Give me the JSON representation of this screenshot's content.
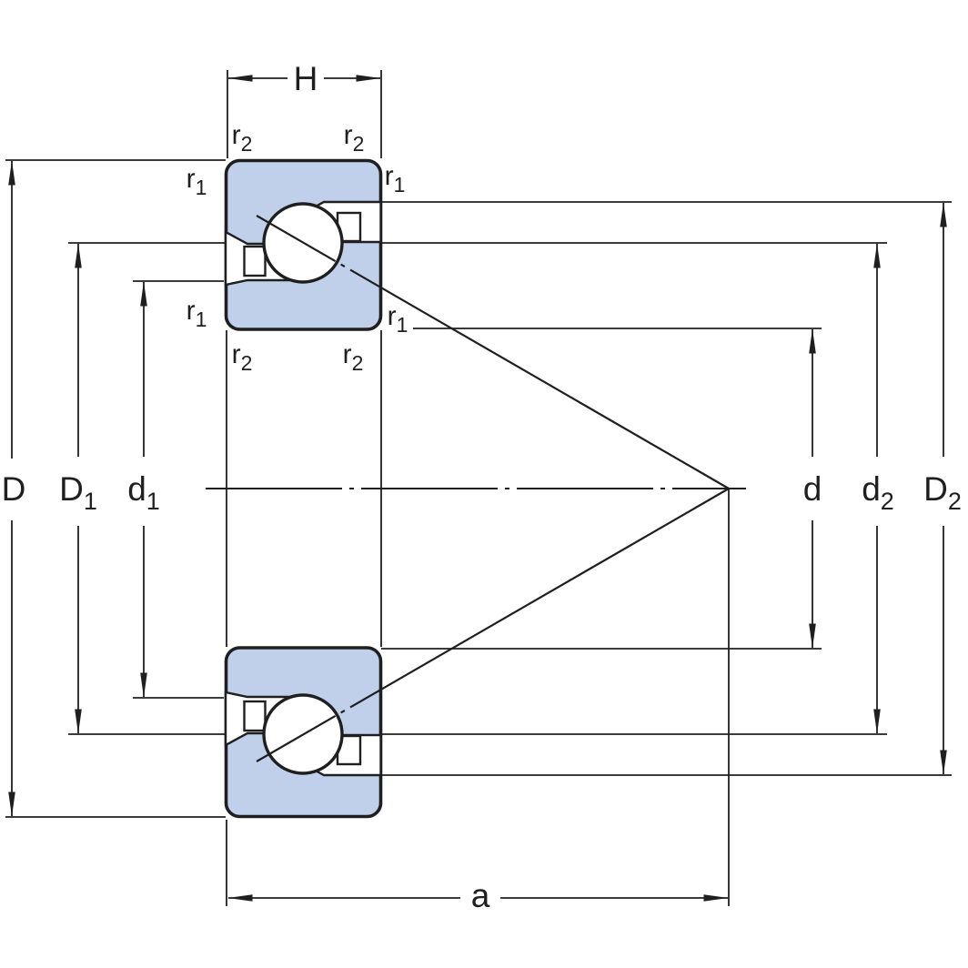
{
  "diagram": {
    "kind": "bearing cross-section dimension drawing",
    "colors": {
      "ring_fill": "#c0d0ea",
      "line": "#1f1f1f",
      "background": "#ffffff"
    },
    "labels": {
      "width": {
        "main": "H"
      },
      "outer_diameter": {
        "main": "D"
      },
      "shoulder_D1": {
        "main": "D",
        "sub": "1"
      },
      "shoulder_d1": {
        "main": "d",
        "sub": "1"
      },
      "bore": {
        "main": "d"
      },
      "abutment_d2": {
        "main": "d",
        "sub": "2"
      },
      "abutment_D2": {
        "main": "D",
        "sub": "2"
      },
      "pressure_centre_a": {
        "main": "a"
      },
      "fillet_r1": {
        "main": "r",
        "sub": "1"
      },
      "fillet_r2": {
        "main": "r",
        "sub": "2"
      }
    }
  }
}
